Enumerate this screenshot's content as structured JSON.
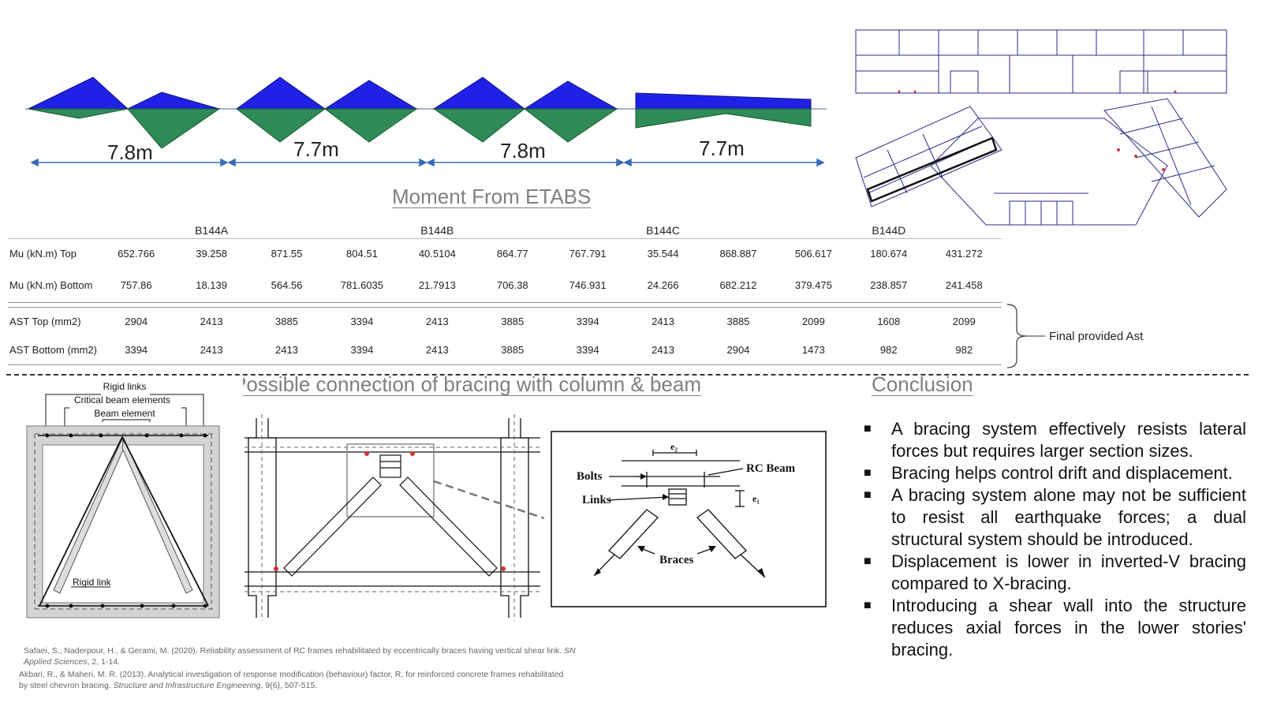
{
  "spans": [
    "7.8m",
    "7.7m",
    "7.8m",
    "7.7m"
  ],
  "moment_title": "Moment From ETABS",
  "beams": [
    "B144A",
    "B144B",
    "B144C",
    "B144D"
  ],
  "table": {
    "rows": [
      {
        "label": "Mu (kN.m) Top",
        "values": [
          "652.766",
          "39.258",
          "871.55",
          "804.51",
          "40.5104",
          "864.77",
          "767.791",
          "35.544",
          "868.887",
          "506.617",
          "180.674",
          "431.272"
        ]
      },
      {
        "label": "Mu (kN.m) Bottom",
        "values": [
          "757.86",
          "18.139",
          "564.56",
          "781.6035",
          "21.7913",
          "706.38",
          "746.931",
          "24.266",
          "682.212",
          "379.475",
          "238.857",
          "241.458"
        ]
      },
      {
        "label": "AST Top (mm2)",
        "values": [
          "2904",
          "2413",
          "3885",
          "3394",
          "2413",
          "3885",
          "3394",
          "2413",
          "3885",
          "2099",
          "1608",
          "2099"
        ]
      },
      {
        "label": "AST Bottom (mm2)",
        "values": [
          "3394",
          "2413",
          "2413",
          "3394",
          "2413",
          "3885",
          "3394",
          "2413",
          "2904",
          "1473",
          "982",
          "982"
        ]
      }
    ]
  },
  "final_label": "Final provided Ast",
  "bracing_title": "Possible connection of bracing with column & beam",
  "left_figure": {
    "rigid_links": "Rigid links",
    "critical": "Critical beam elements",
    "beam_element": "Beam element",
    "rigid_link": "Rigid link"
  },
  "detail": {
    "bolts": "Bolts",
    "links": "Links",
    "rc_beam": "RC Beam",
    "braces": "Braces",
    "e1": "e₁",
    "e2": "e₂"
  },
  "conclusion_title": "Conclusion",
  "conclusions": [
    "A bracing system effectively resists lateral forces but requires larger section sizes.",
    "Bracing helps control drift and displacement.",
    "A bracing system alone may not be sufficient to resist all earthquake forces; a dual structural system should be introduced.",
    "Displacement is lower in inverted-V bracing compared to X-bracing.",
    "Introducing a shear wall into the structure reduces axial forces in the lower stories' bracing."
  ],
  "references": [
    {
      "text": "Safaei, S., Naderpour, H., & Gerami, M. (2020). Reliability assessment of RC frames rehabilitated by eccentrically braces having vertical shear link.",
      "journal": "SN Applied Sciences",
      "tail": ", 2, 1-14."
    },
    {
      "text": "Akbari, R., & Maheri, M. R. (2013). Analytical investigation of response modification (behaviour) factor, R, for reinforced concrete frames rehabilitated by steel chevron bracing.",
      "journal": "Structure and Infrastructure Engineering",
      "tail": ", 9(6), 507-515."
    }
  ],
  "colors": {
    "top_moment": "#1f22e6",
    "bottom_moment": "#2e8b57",
    "dim_arrow": "#3a6cb5",
    "heading": "#7f7f7f"
  }
}
